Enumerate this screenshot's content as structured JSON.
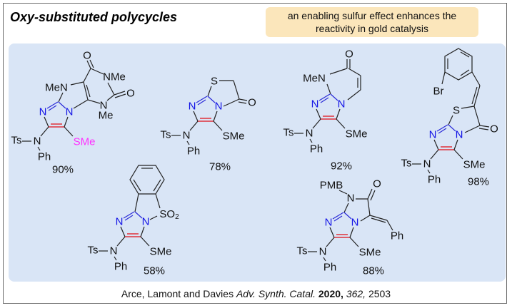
{
  "header": {
    "title": "Oxy-substituted polycycles",
    "note_line1": "an enabling sulfur effect enhances the",
    "note_line2": "reactivity in gold catalysis"
  },
  "colors": {
    "panel": "#d9e5f6",
    "note": "#fbe6bb",
    "nitrogen": "#1414e6",
    "bond_highlight": "#e0303a",
    "sme_highlight": "#ff30ff"
  },
  "compounds": [
    {
      "yield": "90%",
      "ts": "Ts",
      "n": "N",
      "ph": "Ph",
      "sme": "SMe",
      "n1": "N",
      "n3": "N",
      "extra": {
        "o1": "O",
        "nme_top": "NMe",
        "o2": "O",
        "men": "MeN",
        "n_low": "N",
        "me_low": "Me"
      }
    },
    {
      "yield": "78%",
      "ts": "Ts",
      "n": "N",
      "ph": "Ph",
      "sme": "SMe",
      "n1": "N",
      "n3": "N",
      "extra": {
        "s": "S",
        "o": "O"
      }
    },
    {
      "yield": "92%",
      "ts": "Ts",
      "n": "N",
      "ph": "Ph",
      "sme": "SMe",
      "n1": "N",
      "n3": "N",
      "extra": {
        "men": "MeN",
        "o": "O"
      }
    },
    {
      "yield": "98%",
      "ts": "Ts",
      "n": "N",
      "ph": "Ph",
      "sme": "SMe",
      "n1": "N",
      "n3": "N",
      "extra": {
        "br": "Br",
        "s": "S",
        "o": "O"
      }
    },
    {
      "yield": "58%",
      "ts": "Ts",
      "n": "N",
      "ph": "Ph",
      "sme": "SMe",
      "n1": "N",
      "n3": "N",
      "extra": {
        "so2": "SO",
        "so2_sub": "2"
      }
    },
    {
      "yield": "88%",
      "ts": "Ts",
      "n": "N",
      "ph": "Ph",
      "sme": "SMe",
      "n1": "N",
      "n3": "N",
      "extra": {
        "pmb": "PMB",
        "n": "N",
        "o": "O",
        "ph": "Ph"
      }
    }
  ],
  "citation": {
    "authors": "Arce, Lamont and Davies ",
    "journal": "Adv. Synth. Catal.",
    "year": "2020,",
    "volume": "362,",
    "pages": "2503"
  }
}
